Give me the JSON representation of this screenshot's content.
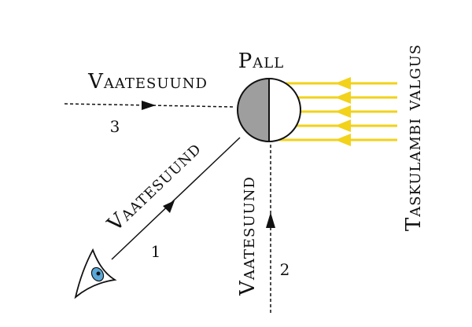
{
  "ball": {
    "label": "Pall",
    "dark_color": "#9e9e9e",
    "light_color": "#ffffff"
  },
  "light": {
    "label": "Taskulambi valgus",
    "color": "#f2d21a",
    "ray_count": 5
  },
  "views": [
    {
      "label": "Vaatesuund",
      "number": "1"
    },
    {
      "label": "Vaatesuund",
      "number": "2"
    },
    {
      "label": "Vaatesuund",
      "number": "3"
    }
  ],
  "eye": {
    "iris_color": "#5aa7d8"
  }
}
